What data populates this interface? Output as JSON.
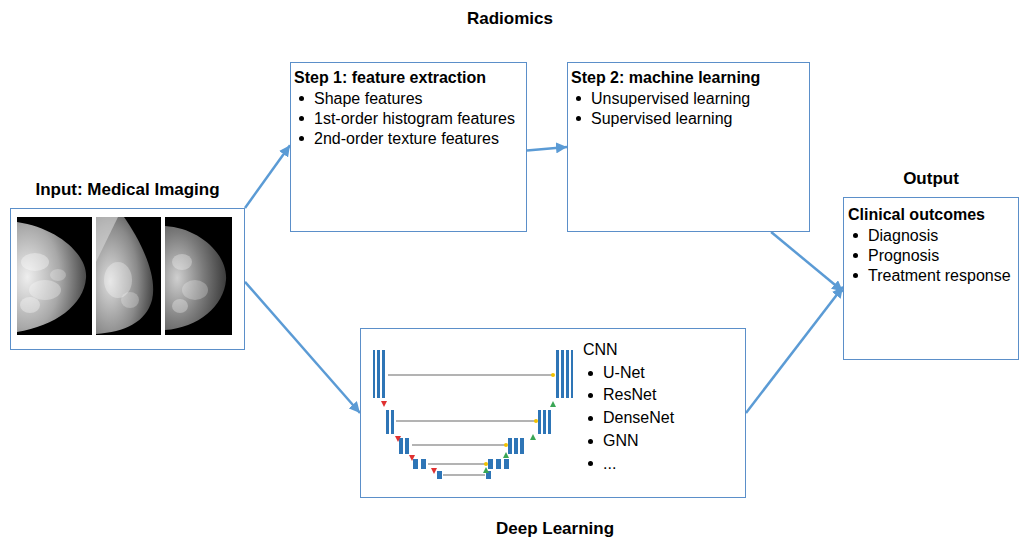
{
  "diagram": {
    "nodes": [
      {
        "text": [
          "Input: Medical Imaging"
        ]
      },
      {
        "text": [
          "Step 1: feature extraction",
          "Shape features",
          "1st-order histogram features",
          "2nd-order texture features"
        ]
      },
      {
        "text": [
          "Step 2: machine learning",
          "Unsupervised learning",
          "Supervised learning"
        ]
      },
      {
        "text": [
          "Output",
          "Clinical outcomes",
          "Diagnosis",
          "Prognosis",
          "Treatment response"
        ]
      },
      {
        "text": [
          "CNN",
          "U-Net",
          "ResNet",
          "DenseNet",
          "GNN",
          "..."
        ]
      }
    ],
    "edges": [
      {
        "from": 0,
        "to": 1,
        "arrow": "to"
      },
      {
        "from": 1,
        "to": 2,
        "arrow": "to"
      },
      {
        "from": 2,
        "to": 3,
        "arrow": "to"
      },
      {
        "from": 0,
        "to": 4,
        "arrow": "to"
      },
      {
        "from": 4,
        "to": 3,
        "arrow": "to"
      }
    ],
    "labels": [
      "Radiomics",
      "Deep Learning"
    ]
  }
}
